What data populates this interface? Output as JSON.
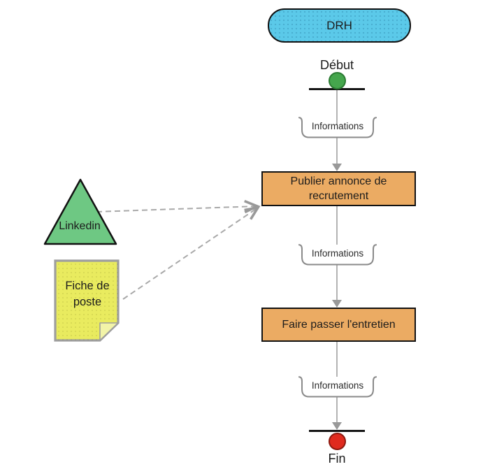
{
  "pool": {
    "label": "DRH"
  },
  "start_event": {
    "label": "Début"
  },
  "end_event": {
    "label": "Fin"
  },
  "tasks": [
    {
      "label": "Publier annonce de recrutement"
    },
    {
      "label": "Faire passer l'entretien"
    }
  ],
  "object_flows": [
    {
      "label": "Informations"
    },
    {
      "label": "Informations"
    },
    {
      "label": "Informations"
    }
  ],
  "artifacts": {
    "triangle": {
      "label": "Linkedin"
    },
    "note": {
      "label": "Fiche de poste"
    }
  },
  "colors": {
    "pool_fill": "#5BC9E9",
    "task_fill": "#EBAB63",
    "start_event_fill": "#45A64D",
    "end_event_fill": "#E02A1E",
    "triangle_fill": "#6EC883",
    "note_fill": "#E9EB5F",
    "note_fold_fill": "#F2F4A8",
    "connector_gray": "#B3B3B3",
    "dashed_gray": "#A9A9A9",
    "bracket_gray": "#8A8A8A",
    "outline_black": "#121212"
  }
}
